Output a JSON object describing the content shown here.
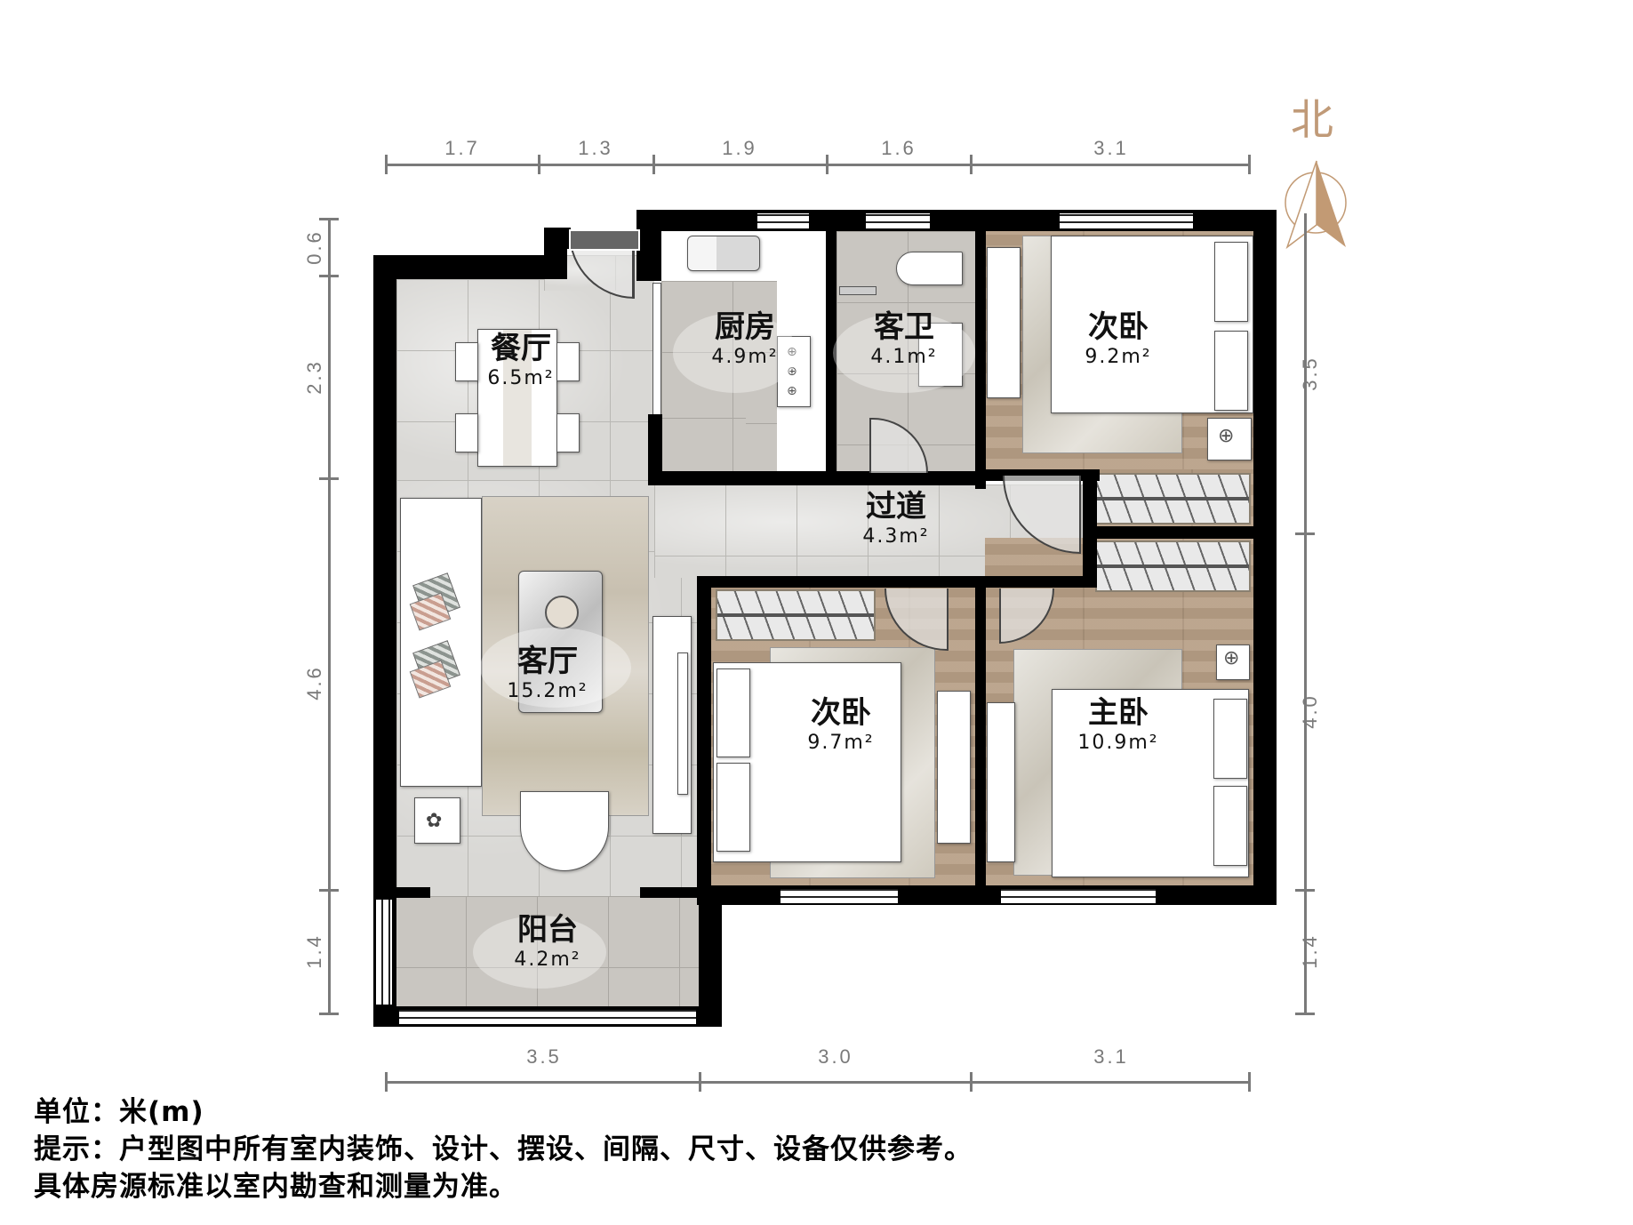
{
  "compass": {
    "label": "北",
    "color": "#c29a74"
  },
  "dimensions": {
    "top": [
      "1.7",
      "1.3",
      "1.9",
      "1.6",
      "3.1"
    ],
    "bottom": [
      "3.5",
      "3.0",
      "3.1"
    ],
    "left": [
      "0.6",
      "2.3",
      "4.6",
      "1.4"
    ],
    "right": [
      "3.5",
      "4.0",
      "1.4"
    ]
  },
  "rooms": {
    "dining": {
      "name": "餐厅",
      "area": "6.5m²"
    },
    "kitchen": {
      "name": "厨房",
      "area": "4.9m²"
    },
    "guest_bath": {
      "name": "客卫",
      "area": "4.1m²"
    },
    "bedroom_ne": {
      "name": "次卧",
      "area": "9.2m²"
    },
    "hallway": {
      "name": "过道",
      "area": "4.3m²"
    },
    "living": {
      "name": "客厅",
      "area": "15.2m²"
    },
    "bedroom_s": {
      "name": "次卧",
      "area": "9.7m²"
    },
    "master": {
      "name": "主卧",
      "area": "10.9m²"
    },
    "balcony": {
      "name": "阳台",
      "area": "4.2m²"
    }
  },
  "notes": {
    "unit": "单位：米(m)",
    "tip": "提示：户型图中所有室内装饰、设计、摆设、间隔、尺寸、设备仅供参考。",
    "standard": "具体房源标准以室内勘查和测量为准。"
  },
  "colors": {
    "wall": "#000000",
    "dimension": "#7a7a7a",
    "wood_floor": "#b79f86",
    "tile_floor": "#d9d8d5"
  }
}
